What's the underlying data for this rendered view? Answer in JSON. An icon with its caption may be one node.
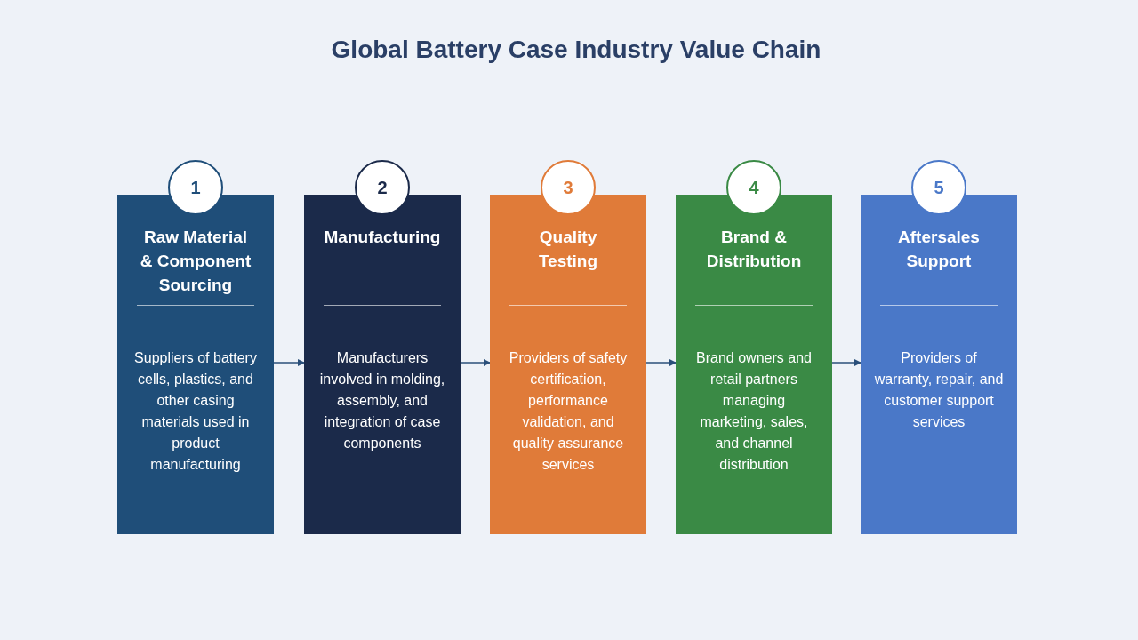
{
  "diagram": {
    "title": "Global Battery Case Industry Value Chain",
    "nodes": [
      {
        "text": [
          "1"
        ]
      },
      {
        "text": [
          "Raw Material & Component Sourcing",
          "Suppliers of battery cells, plastics, and other casing materials used in product manufacturing"
        ]
      },
      {
        "text": [
          "2"
        ]
      },
      {
        "text": [
          "Manufacturing",
          "Manufacturers involved in molding, assembly, and integration of case components"
        ]
      },
      {
        "text": [
          "3"
        ]
      },
      {
        "text": [
          "Quality Testing",
          "Providers of safety certification, performance validation, and quality assurance services"
        ]
      },
      {
        "text": [
          "4"
        ]
      },
      {
        "text": [
          "Brand & Distribution",
          "Brand owners and retail partners managing marketing, sales, and channel distribution"
        ]
      },
      {
        "text": [
          "5"
        ]
      },
      {
        "text": [
          "Aftersales Support",
          "Providers of warranty, repair, and customer support services"
        ]
      }
    ],
    "edges": [
      {
        "from": 1,
        "to": 3,
        "arrow": "to"
      },
      {
        "from": 3,
        "to": 5,
        "arrow": "to"
      },
      {
        "from": 5,
        "to": 7,
        "arrow": "to"
      },
      {
        "from": 7,
        "to": 9,
        "arrow": "to"
      }
    ]
  }
}
